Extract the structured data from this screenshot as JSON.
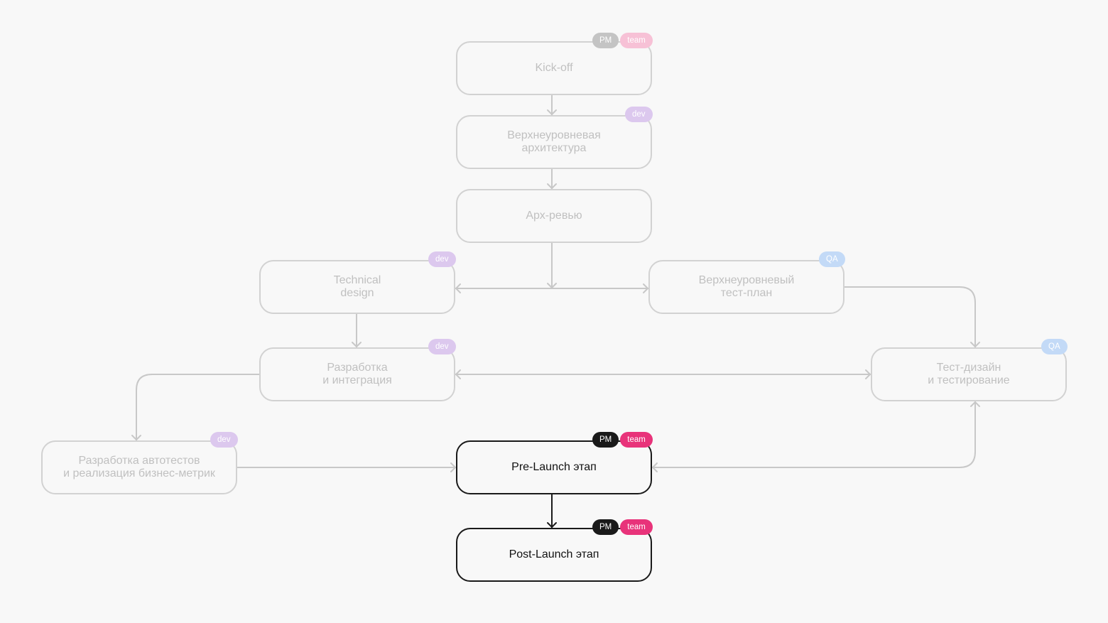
{
  "colors": {
    "background": "#f8f8f8",
    "edge_inactive": "#c8c8c8",
    "edge_active": "#1a1a1a",
    "border_inactive": "#d2d2d2",
    "border_active": "#1a1a1a",
    "tag_PM_inactive": "#c4c4c4",
    "tag_team_inactive": "#f7c1d6",
    "tag_dev": "#dcc8ee",
    "tag_QA": "#c3daf7",
    "tag_PM_active": "#1a1a1a",
    "tag_team_active": "#e8337a"
  },
  "nodes": {
    "kickoff": {
      "label": "Kick-off",
      "tags": [
        "PM",
        "team"
      ],
      "active": false
    },
    "arch": {
      "label": "Верхнеуровневая\nархитектура",
      "tags": [
        "dev"
      ],
      "active": false
    },
    "review": {
      "label": "Арх-ревью",
      "tags": [],
      "active": false
    },
    "tech": {
      "label": "Technical\ndesign",
      "tags": [
        "dev"
      ],
      "active": false
    },
    "testplan": {
      "label": "Верхнеуровневый\nтест-план",
      "tags": [
        "QA"
      ],
      "active": false
    },
    "devint": {
      "label": "Разработка\nи интеграция",
      "tags": [
        "dev"
      ],
      "active": false
    },
    "testdesign": {
      "label": "Тест-дизайн\nи тестирование",
      "tags": [
        "QA"
      ],
      "active": false
    },
    "autotests": {
      "label": "Разработка автотестов\nи реализация бизнес-метрик",
      "tags": [
        "dev"
      ],
      "active": false
    },
    "prelaunch": {
      "label": "Pre-Launch этап",
      "tags": [
        "PM",
        "team"
      ],
      "active": true
    },
    "postlaunch": {
      "label": "Post-Launch этап",
      "tags": [
        "PM",
        "team"
      ],
      "active": true
    }
  }
}
